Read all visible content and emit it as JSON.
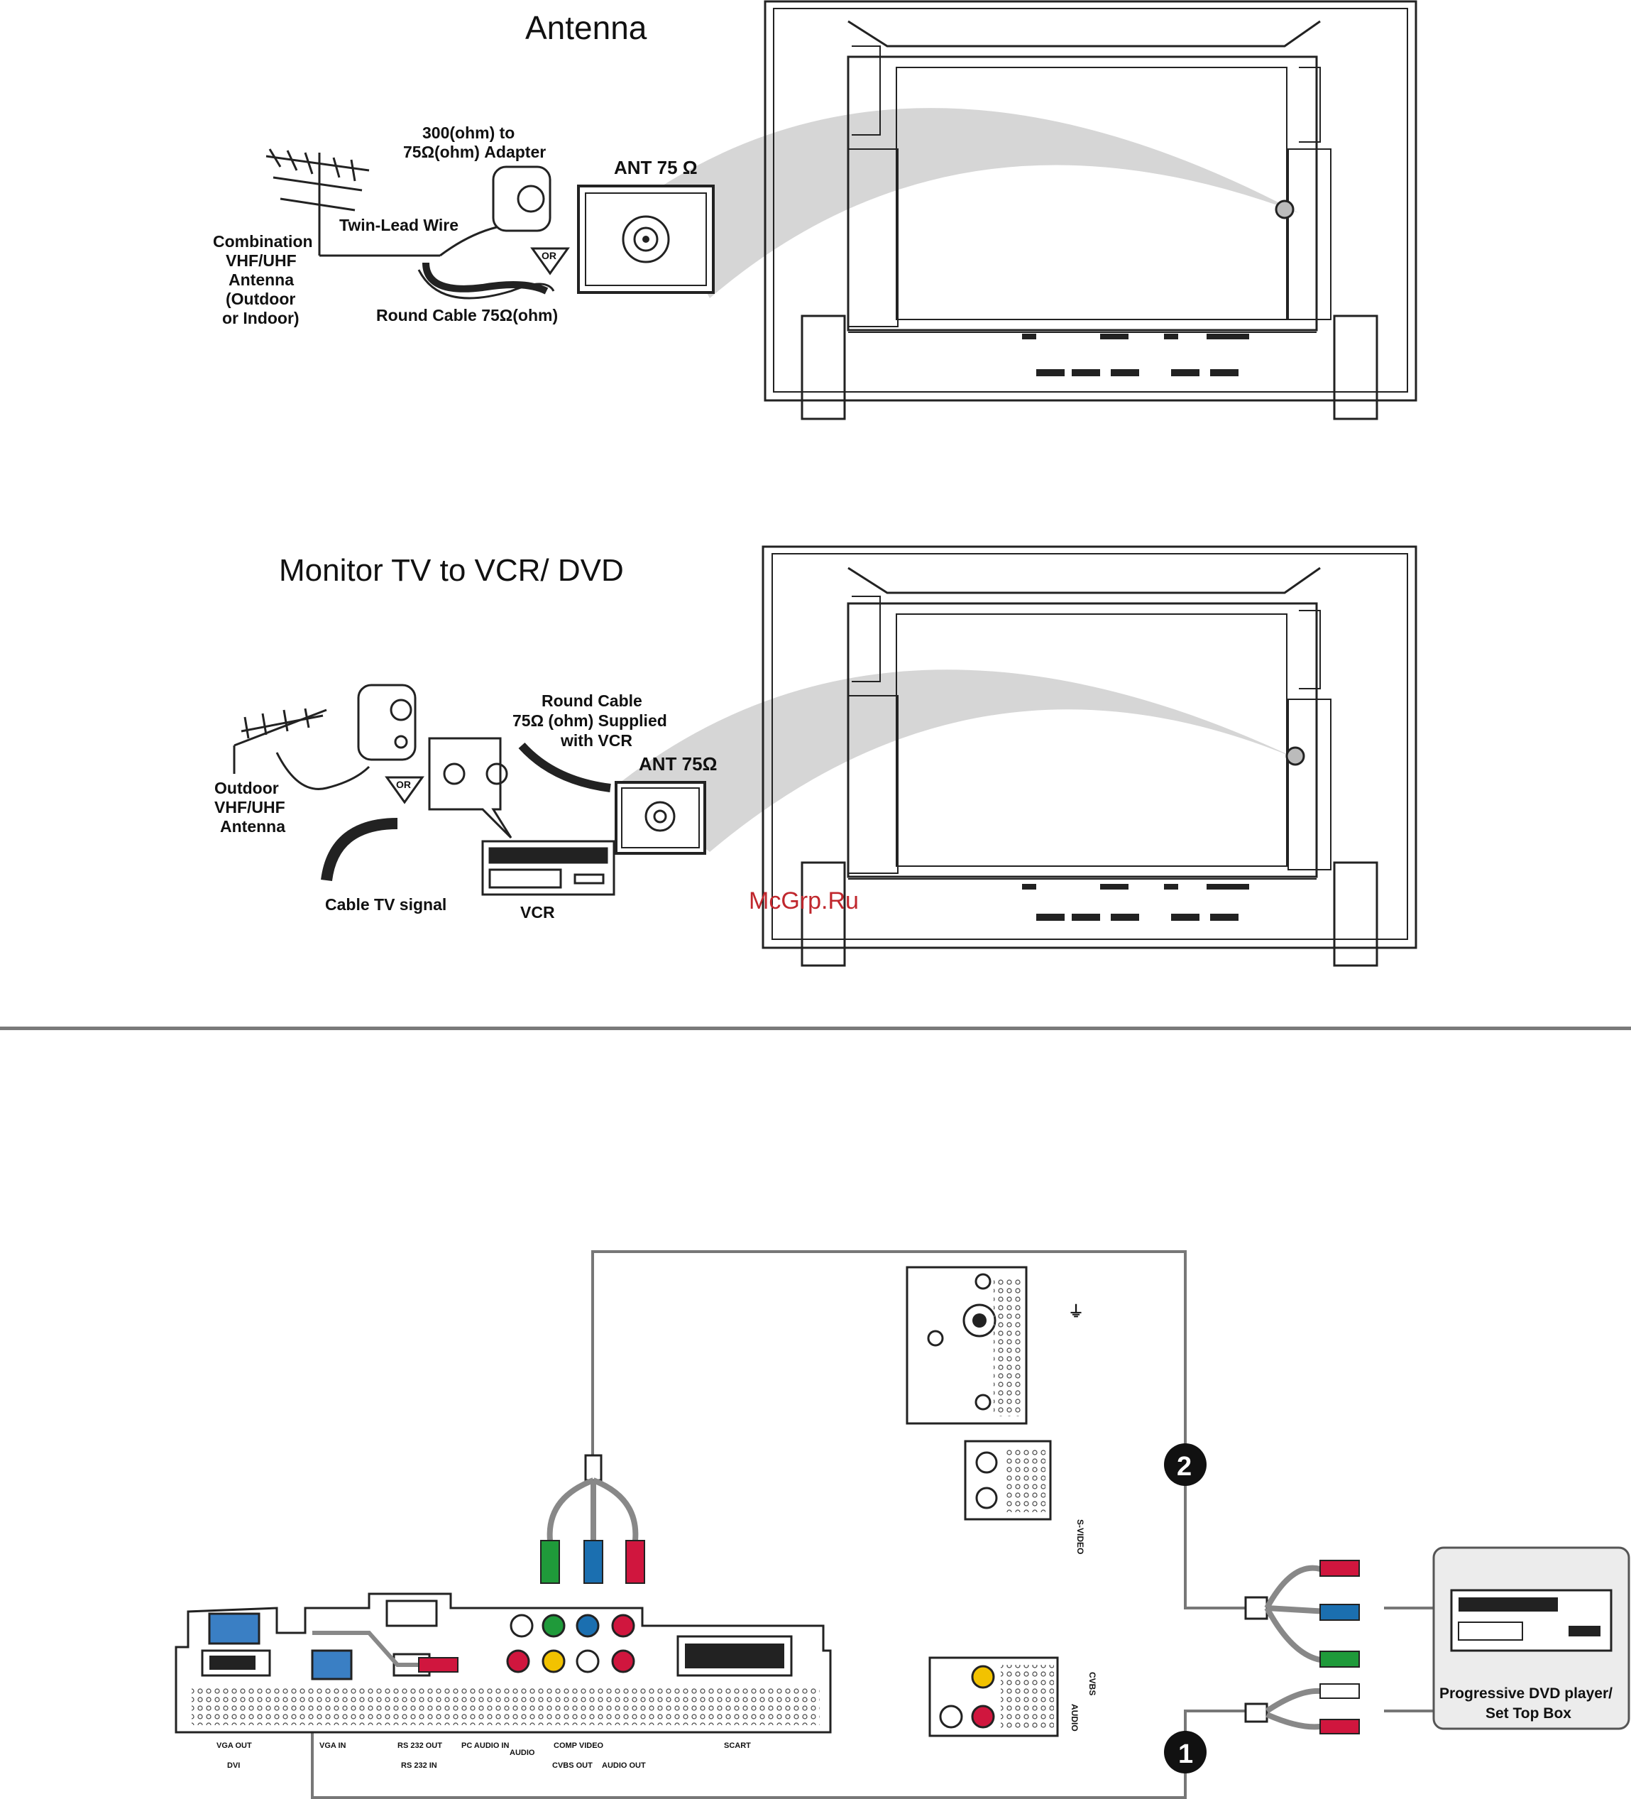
{
  "antenna_section": {
    "title": "Antenna",
    "adapter_label_1": "300(ohm) to",
    "adapter_label_2": "75Ω(ohm) Adapter",
    "twin_lead": "Twin-Lead Wire",
    "antenna_label": [
      "Combination",
      "VHF/UHF",
      "Antenna",
      "(Outdoor",
      "or Indoor)"
    ],
    "or_badge": "OR",
    "round_cable": "Round Cable 75Ω(ohm)",
    "ant_port": "ANT 75 Ω"
  },
  "vcr_section": {
    "title": "Monitor TV to VCR/ DVD",
    "round_cable": [
      "Round Cable",
      "75Ω (ohm) Supplied",
      "with VCR"
    ],
    "ant_port": "ANT 75Ω",
    "outdoor_antenna": [
      "Outdoor",
      "VHF/UHF",
      "Antenna"
    ],
    "or_badge": "OR",
    "cable_tv": "Cable TV signal",
    "vcr": "VCR"
  },
  "watermark": "McGrp.Ru",
  "connection_section": {
    "step_1": "1",
    "step_2": "2",
    "dvd_label": [
      "Progressive DVD player/",
      "Set Top Box"
    ],
    "panel_labels": [
      "VGA OUT",
      "DVI",
      "VGA IN",
      "RS 232 OUT",
      "RS 232 IN",
      "PC AUDIO IN",
      "AUDIO",
      "COMP VIDEO",
      "CVBS OUT",
      "AUDIO OUT",
      "SCART"
    ],
    "side_labels": [
      "S-VIDEO",
      "AUDIO",
      "CVBS"
    ]
  },
  "colors": {
    "cable_green": "#1f9a3a",
    "cable_blue": "#1b6fb0",
    "cable_red": "#d0163e",
    "jack_yellow": "#f2c200",
    "panel_blue": "#3a7fc4",
    "arc_gray": "#d6d6d6"
  }
}
